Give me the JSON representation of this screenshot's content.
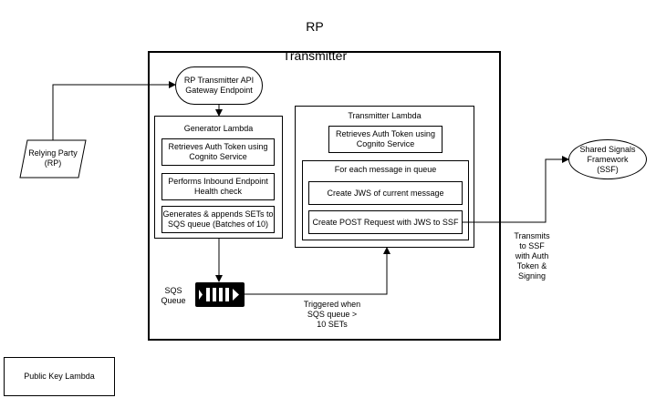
{
  "title_line1": "RP",
  "title_line2": "Transmitter",
  "nodes": {
    "relying_party": "Relying Party\n(RP)",
    "api_gateway": "RP Transmitter API\nGateway Endpoint",
    "generator_lambda": "Generator Lambda",
    "gen_step1": "Retrieves Auth Token using\nCognito Service",
    "gen_step2": "Performs Inbound Endpoint\nHealth check",
    "gen_step3": "Generates & appends SETs to\nSQS queue (Batches of 10)",
    "transmitter_lambda": "Transmitter Lambda",
    "tx_step1": "Retrieves Auth Token using\nCognito Service",
    "loop_label": "For each message in queue",
    "loop_step1": "Create JWS of current message",
    "loop_step2": "Create POST Request with JWS to SSF",
    "sqs_queue": "SQS\nQueue",
    "ssf": "Shared Signals\nFramework\n(SSF)",
    "public_key_lambda": "Public Key Lambda"
  },
  "edge_labels": {
    "triggered": "Triggered when\nSQS queue >\n10 SETs",
    "transmits": "Transmits\nto SSF\nwith Auth\nToken &\nSigning"
  }
}
